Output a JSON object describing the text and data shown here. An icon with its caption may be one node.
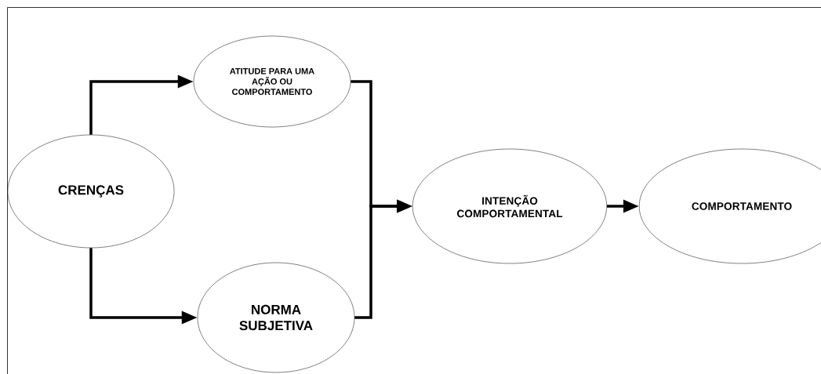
{
  "diagram": {
    "nodes": [
      {
        "text": [
          "CRENÇAS"
        ]
      },
      {
        "text": [
          "ATITUDE PARA UMA AÇÃO OU COMPORTAMENTO"
        ]
      },
      {
        "text": [
          "NORMA SUBJETIVA"
        ]
      },
      {
        "text": [
          "INTENÇÃO COMPORTAMENTAL"
        ]
      },
      {
        "text": [
          "COMPORTAMENTO"
        ]
      }
    ],
    "edges": [
      {
        "from": 0,
        "to": 1,
        "arrow": "to"
      },
      {
        "from": 0,
        "to": 2,
        "arrow": "to"
      },
      {
        "from": 1,
        "to": 3,
        "arrow": "to"
      },
      {
        "from": 2,
        "to": 3,
        "arrow": "to"
      },
      {
        "from": 3,
        "to": 4,
        "arrow": "to"
      }
    ]
  }
}
